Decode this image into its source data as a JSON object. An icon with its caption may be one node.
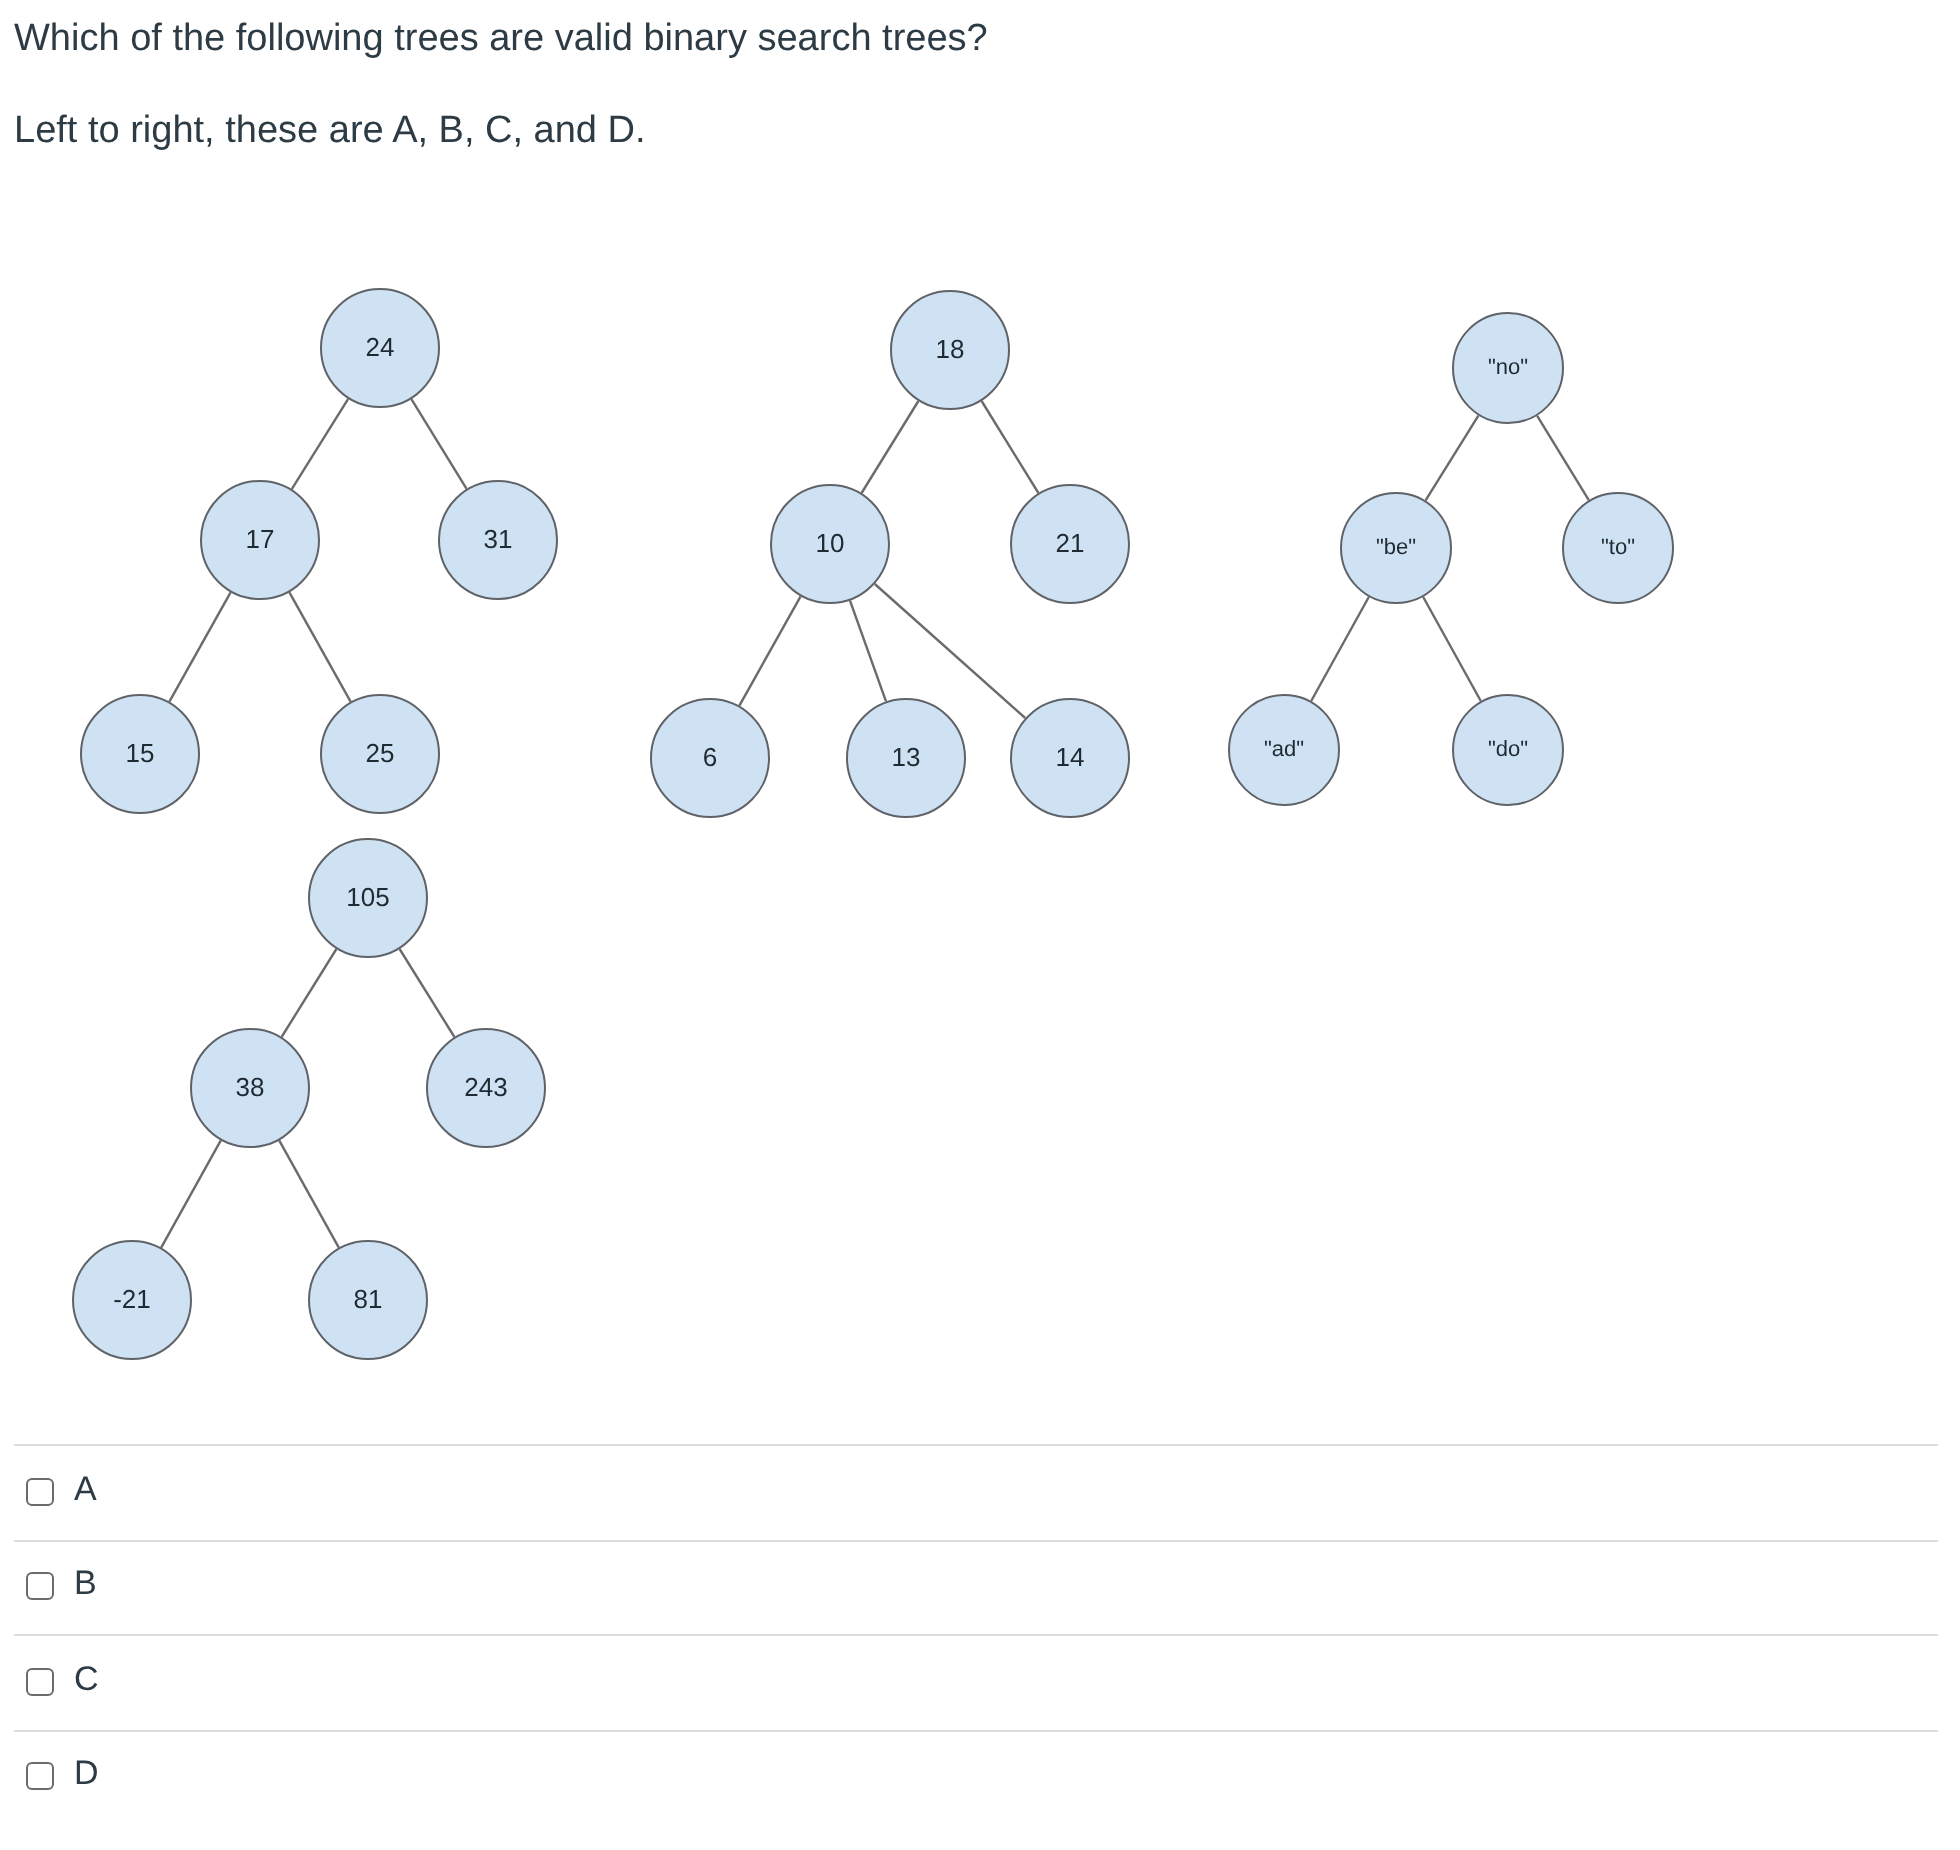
{
  "diagram": {
    "title": "Which of the following trees are valid binary search trees?",
    "nodes": [
      {
        "text": [
          "24"
        ]
      },
      {
        "text": [
          "17"
        ]
      },
      {
        "text": [
          "31"
        ]
      },
      {
        "text": [
          "15"
        ]
      },
      {
        "text": [
          "25"
        ]
      },
      {
        "text": [
          "18"
        ]
      },
      {
        "text": [
          "10"
        ]
      },
      {
        "text": [
          "21"
        ]
      },
      {
        "text": [
          "6"
        ]
      },
      {
        "text": [
          "13"
        ]
      },
      {
        "text": [
          "14"
        ]
      },
      {
        "text": [
          "\"no\""
        ]
      },
      {
        "text": [
          "\"be\""
        ]
      },
      {
        "text": [
          "\"to\""
        ]
      },
      {
        "text": [
          "\"ad\""
        ]
      },
      {
        "text": [
          "\"do\""
        ]
      },
      {
        "text": [
          "105"
        ]
      },
      {
        "text": [
          "38"
        ]
      },
      {
        "text": [
          "243"
        ]
      },
      {
        "text": [
          "-21"
        ]
      },
      {
        "text": [
          "81"
        ]
      }
    ],
    "edges": [
      {
        "from": 0,
        "to": 1,
        "arrow": "none"
      },
      {
        "from": 0,
        "to": 2,
        "arrow": "none"
      },
      {
        "from": 1,
        "to": 3,
        "arrow": "none"
      },
      {
        "from": 1,
        "to": 4,
        "arrow": "none"
      },
      {
        "from": 5,
        "to": 6,
        "arrow": "none"
      },
      {
        "from": 5,
        "to": 7,
        "arrow": "none"
      },
      {
        "from": 6,
        "to": 8,
        "arrow": "none"
      },
      {
        "from": 6,
        "to": 9,
        "arrow": "none"
      },
      {
        "from": 6,
        "to": 10,
        "arrow": "none"
      },
      {
        "from": 11,
        "to": 12,
        "arrow": "none"
      },
      {
        "from": 11,
        "to": 13,
        "arrow": "none"
      },
      {
        "from": 12,
        "to": 14,
        "arrow": "none"
      },
      {
        "from": 12,
        "to": 15,
        "arrow": "none"
      },
      {
        "from": 16,
        "to": 17,
        "arrow": "none"
      },
      {
        "from": 16,
        "to": 18,
        "arrow": "none"
      },
      {
        "from": 17,
        "to": 19,
        "arrow": "none"
      },
      {
        "from": 17,
        "to": 20,
        "arrow": "none"
      }
    ],
    "labels": [
      "Left to right, these are A, B, C, and D.",
      "A",
      "B",
      "C",
      "D"
    ]
  }
}
